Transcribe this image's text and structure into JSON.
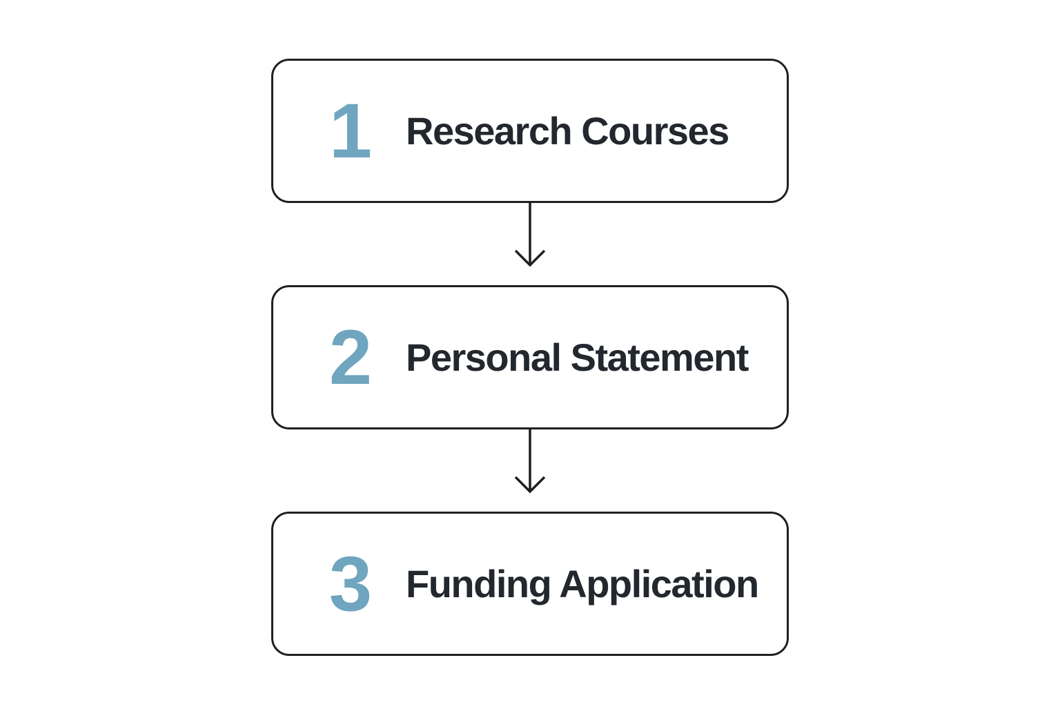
{
  "diagram": {
    "type": "vertical-flowchart",
    "colors": {
      "accent": "#6fa5be",
      "ink": "#23272e",
      "line": "#1d1f22",
      "bg": "#fefefe"
    },
    "steps": [
      {
        "number": "1",
        "label": "Research Courses"
      },
      {
        "number": "2",
        "label": "Personal Statement"
      },
      {
        "number": "3",
        "label": "Funding Application"
      }
    ],
    "connectors": [
      {
        "from": "1",
        "to": "2",
        "direction": "down"
      },
      {
        "from": "2",
        "to": "3",
        "direction": "down"
      }
    ]
  }
}
